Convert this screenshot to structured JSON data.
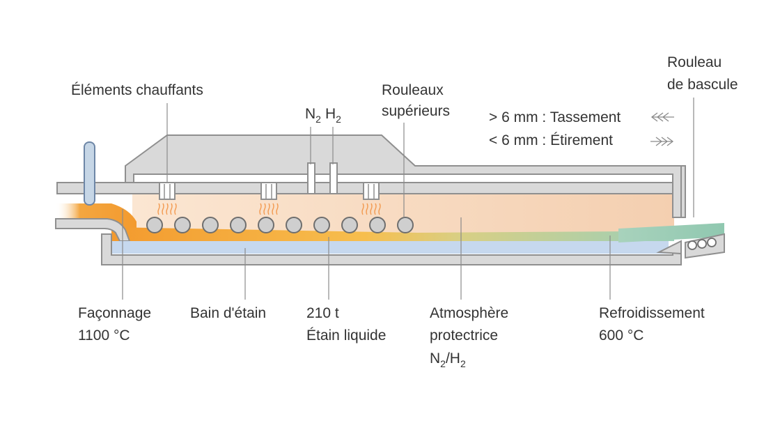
{
  "diagram": {
    "labels": {
      "heating": "Éléments chauffants",
      "gas_n": "N",
      "gas_n_sub": "2",
      "gas_h": "H",
      "gas_h_sub": "2",
      "top_rollers_1": "Rouleaux",
      "top_rollers_2": "supérieurs",
      "thick_more": "> 6 mm : Tassement",
      "thick_less": "< 6 mm : Étirement",
      "lift_roller_1": "Rouleau",
      "lift_roller_2": "de bascule",
      "forming_1": "Façonnage",
      "forming_2": "1100 °C",
      "tin_bath": "Bain d'étain",
      "tin_qty_1": "210 t",
      "tin_qty_2": "Étain liquide",
      "atmos_1": "Atmosphère",
      "atmos_2": "protectrice",
      "atmos_3a": "N",
      "atmos_3b": "2",
      "atmos_3c": "/H",
      "atmos_3d": "2",
      "cooling_1": "Refroidissement",
      "cooling_2": "600 °C"
    },
    "colors": {
      "wall_fill": "#d9d9d9",
      "wall_stroke": "#8f8f8f",
      "molten_glass": "#f3a640",
      "atmosphere": "#f6d6bc",
      "tin": "#c6d8ee",
      "cooled_glass": "#9ccfb8",
      "heater_glow": "#f39a50",
      "roller_fill": "#cfcfcf"
    }
  }
}
